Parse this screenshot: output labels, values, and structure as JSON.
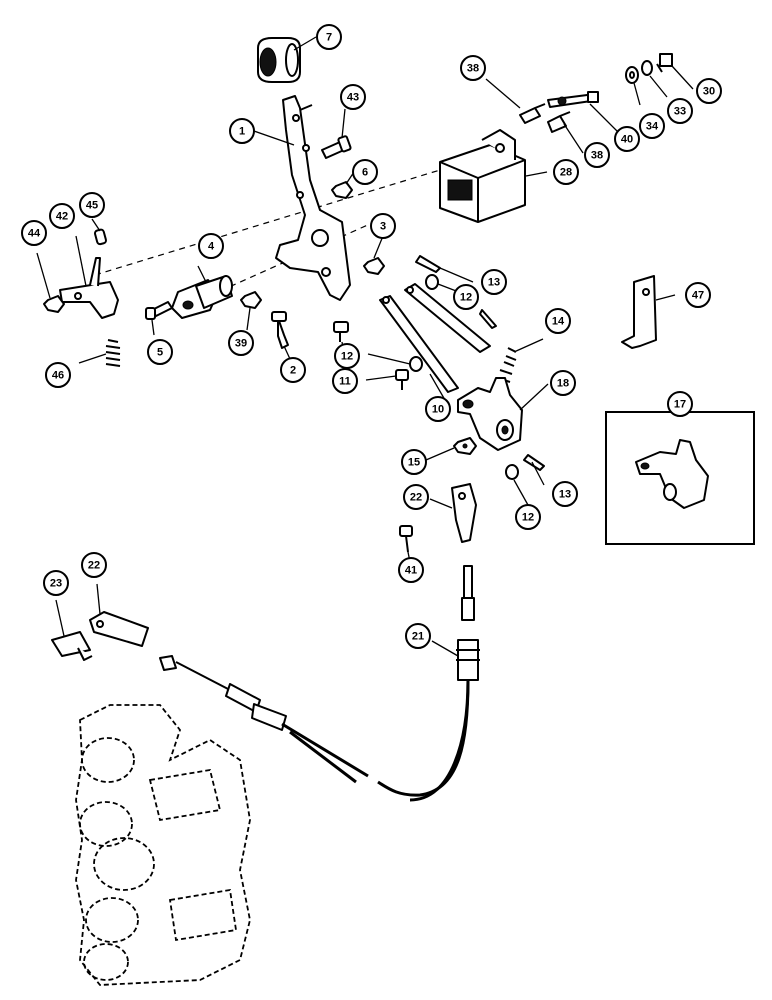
{
  "callouts": [
    {
      "id": "c7",
      "label": "7"
    },
    {
      "id": "c43",
      "label": "43"
    },
    {
      "id": "c1",
      "label": "1"
    },
    {
      "id": "c6",
      "label": "6"
    },
    {
      "id": "c38a",
      "label": "38"
    },
    {
      "id": "c38b",
      "label": "38"
    },
    {
      "id": "c40",
      "label": "40"
    },
    {
      "id": "c34",
      "label": "34"
    },
    {
      "id": "c33",
      "label": "33"
    },
    {
      "id": "c30",
      "label": "30"
    },
    {
      "id": "c28",
      "label": "28"
    },
    {
      "id": "c45",
      "label": "45"
    },
    {
      "id": "c44",
      "label": "44"
    },
    {
      "id": "c42",
      "label": "42"
    },
    {
      "id": "c4",
      "label": "4"
    },
    {
      "id": "c3",
      "label": "3"
    },
    {
      "id": "c13a",
      "label": "13"
    },
    {
      "id": "c12a",
      "label": "12"
    },
    {
      "id": "c14",
      "label": "14"
    },
    {
      "id": "c47",
      "label": "47"
    },
    {
      "id": "c5",
      "label": "5"
    },
    {
      "id": "c39",
      "label": "39"
    },
    {
      "id": "c2",
      "label": "2"
    },
    {
      "id": "c46",
      "label": "46"
    },
    {
      "id": "c11",
      "label": "11"
    },
    {
      "id": "c12b",
      "label": "12"
    },
    {
      "id": "c10",
      "label": "10"
    },
    {
      "id": "c18",
      "label": "18"
    },
    {
      "id": "c17",
      "label": "17"
    },
    {
      "id": "c15",
      "label": "15"
    },
    {
      "id": "c13b",
      "label": "13"
    },
    {
      "id": "c12c",
      "label": "12"
    },
    {
      "id": "c22a",
      "label": "22"
    },
    {
      "id": "c41",
      "label": "41"
    },
    {
      "id": "c23",
      "label": "23"
    },
    {
      "id": "c22b",
      "label": "22"
    },
    {
      "id": "c21",
      "label": "21"
    }
  ]
}
